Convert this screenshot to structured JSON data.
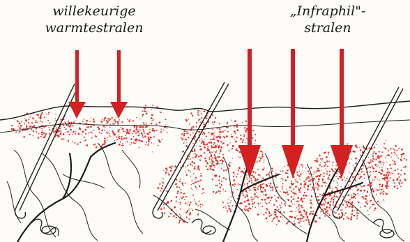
{
  "captions": {
    "left": {
      "line1": "willekeurige",
      "line2": "warmtestralen"
    },
    "right": {
      "line1": "„Infraphil\"-",
      "line2": "stralen"
    }
  },
  "colors": {
    "arrow_red": "#d42020",
    "heat_dots": "#e0302a",
    "ink": "#1f1f1f",
    "paper": "#fdfcf8"
  },
  "icons": {
    "arrow": "down-arrow-icon",
    "hair": "hair-follicle-icon"
  }
}
